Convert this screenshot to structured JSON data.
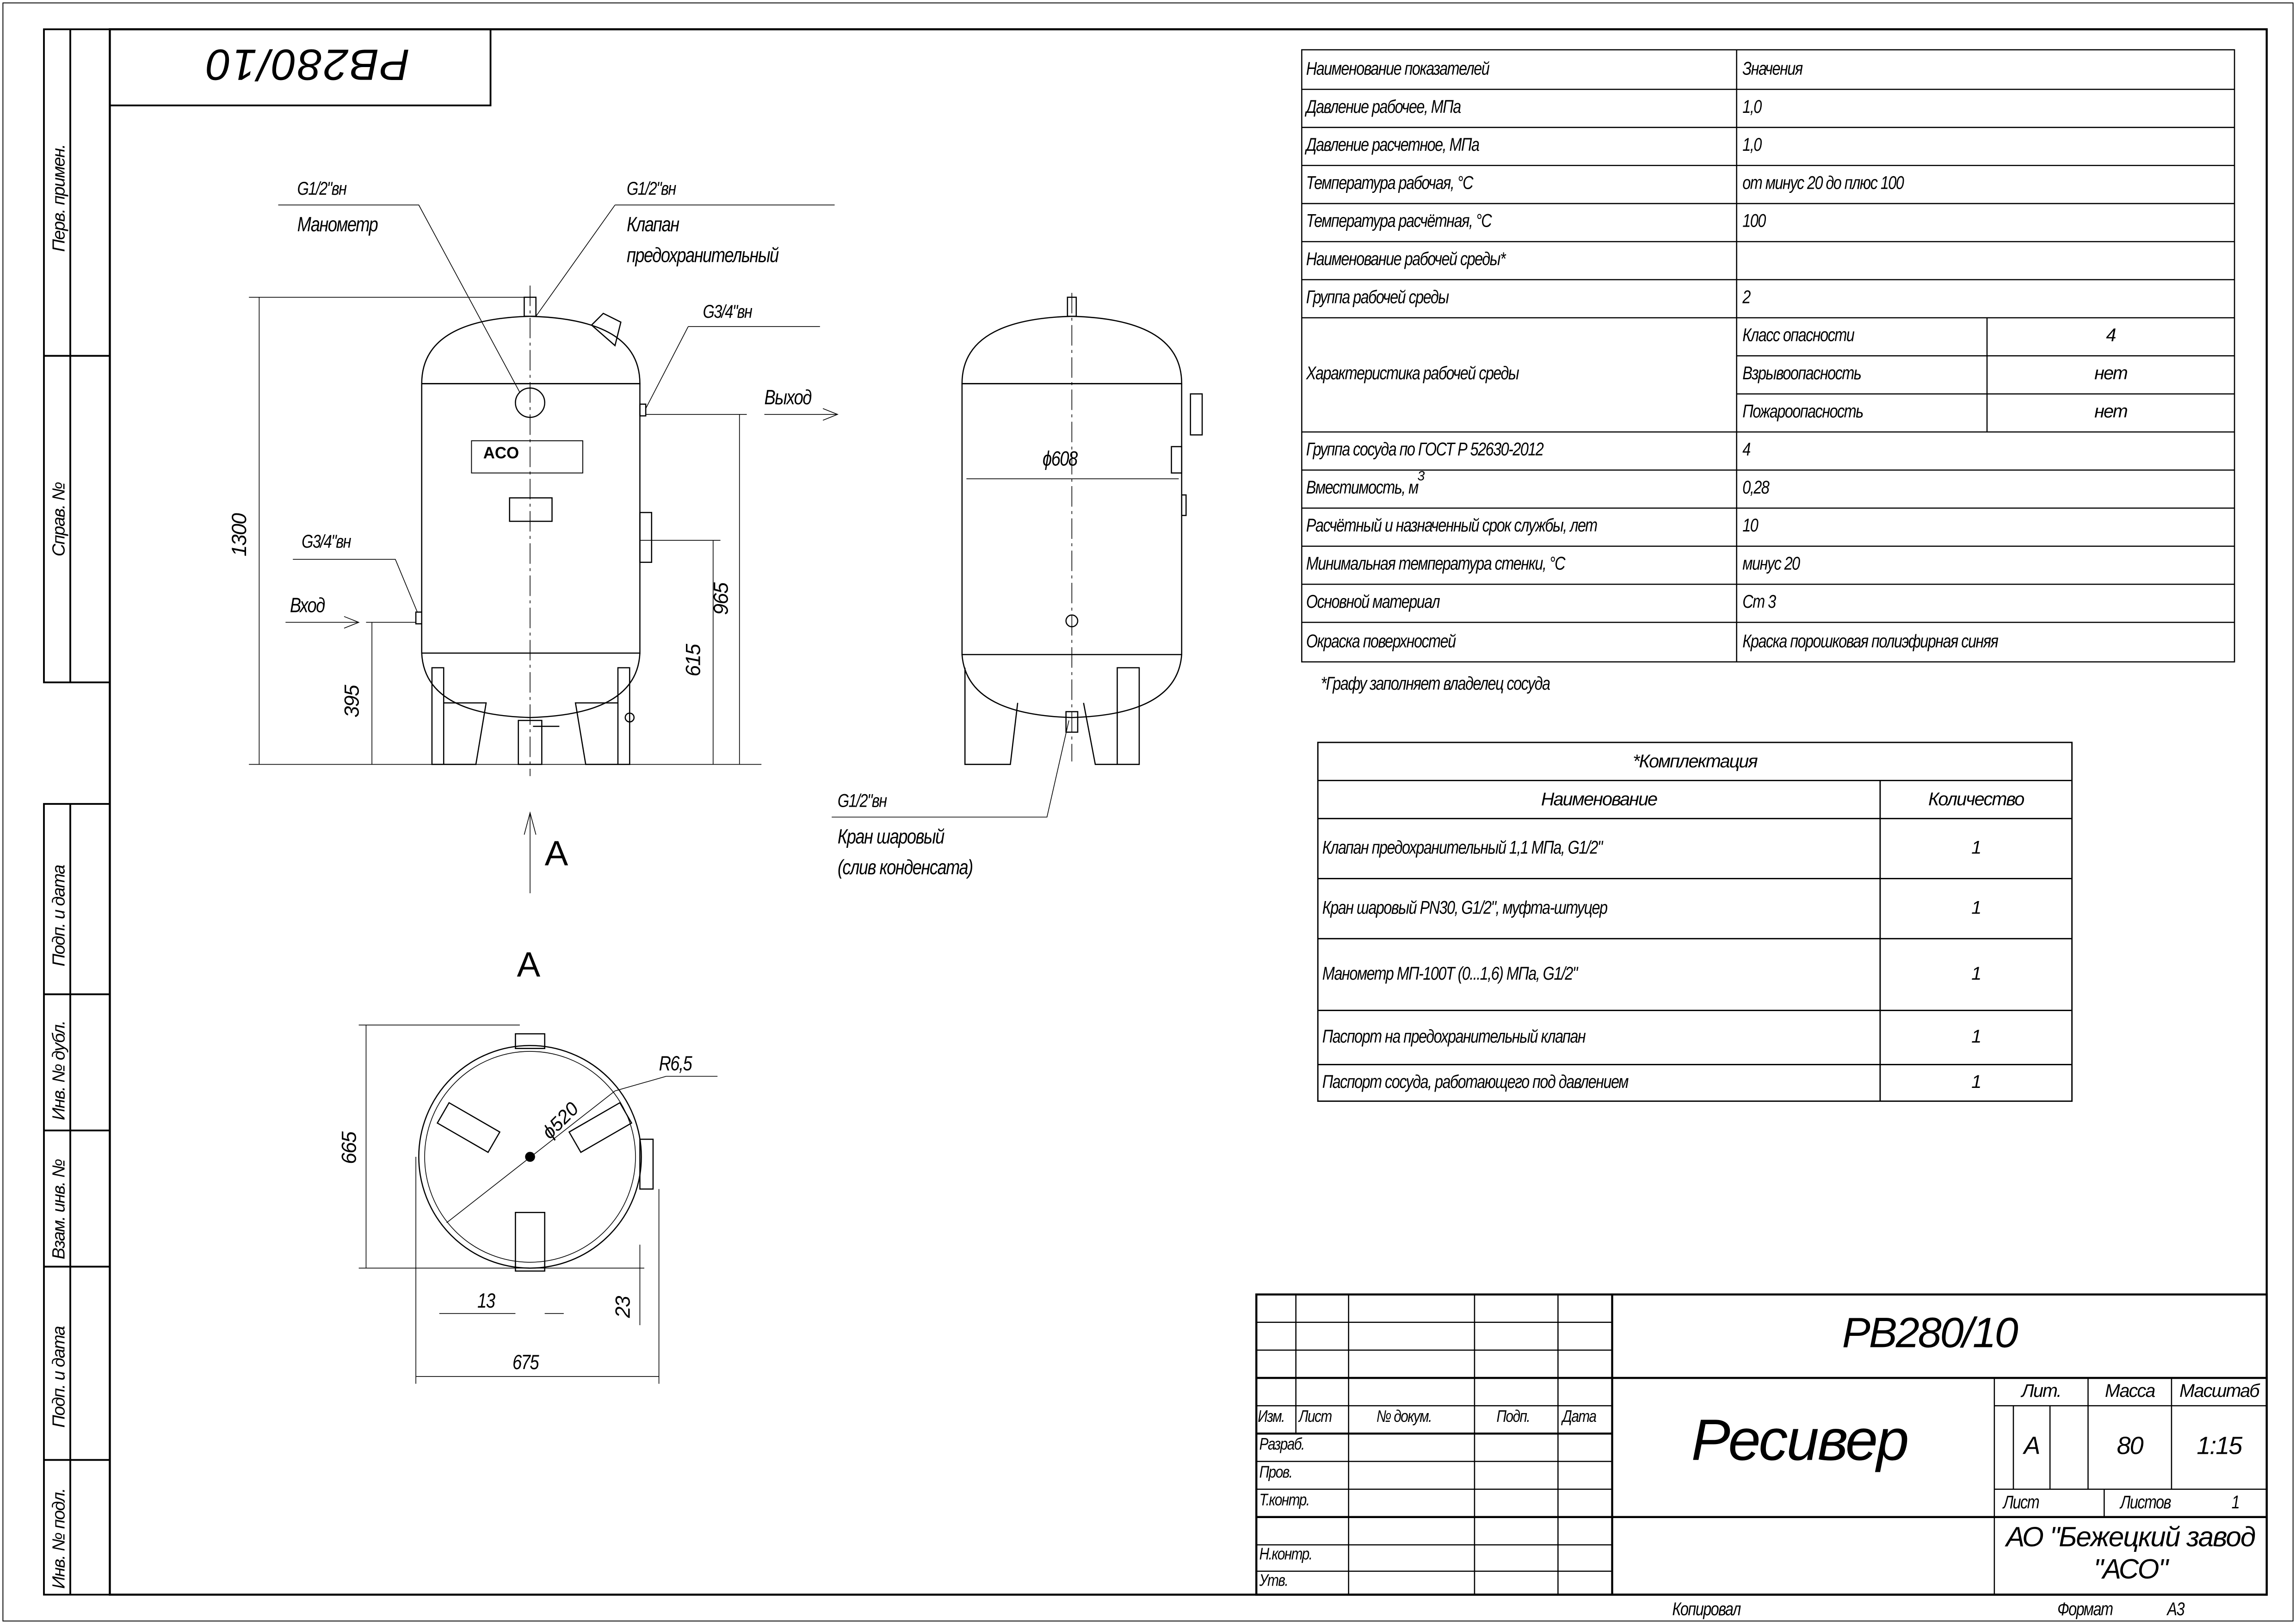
{
  "side_stamp": [
    "Перв. примен.",
    "Справ. №",
    "Подп. и дата",
    "Инв. № дубл.",
    "Взам. инв. №",
    "Подп. и дата",
    "Инв. № подл."
  ],
  "corner_code": "PB280/10",
  "drawing": {
    "labels": {
      "manometer_thread": "G1/2\"вн",
      "manometer": "Манометр",
      "valve_thread": "G1/2\"вн",
      "valve_line1": "Клапан",
      "valve_line2": "предохранительный",
      "outlet_thread": "G3/4\"вн",
      "outlet": "Выход",
      "inlet_thread": "G3/4\"вн",
      "inlet": "Вход",
      "drain_thread": "G1/2\"вн",
      "drain_line1": "Кран шаровый",
      "drain_line2": "(слив конденсата)",
      "view_arrow": "A",
      "view_title": "A",
      "logo": "ACO"
    },
    "dimensions": {
      "height": "1300",
      "inlet_height": "395",
      "manhole_height": "615",
      "outlet_height": "965",
      "diameter": "ϕ608",
      "plan_diameter": "ϕ520",
      "radius": "R6,5",
      "plan_depth": "665",
      "plan_width": "675",
      "foot_width": "13",
      "foot_offset": "23"
    }
  },
  "spec_table": {
    "header": [
      "Наименование показателей",
      "Значения"
    ],
    "rows": [
      [
        "Давление рабочее, МПа",
        "1,0"
      ],
      [
        "Давление расчетное, МПа",
        "1,0"
      ],
      [
        "Температура рабочая, °С",
        "от минус 20 до плюс 100"
      ],
      [
        "Температура расчётная, °С",
        "100"
      ],
      [
        "Наименование рабочей среды*",
        ""
      ],
      [
        "Группа рабочей среды",
        "2"
      ]
    ],
    "medium": {
      "label": "Характеристика рабочей среды",
      "sub": [
        [
          "Класс опасности",
          "4"
        ],
        [
          "Взрывоопасность",
          "нет"
        ],
        [
          "Пожароопасность",
          "нет"
        ]
      ]
    },
    "rows2": [
      [
        "Группа сосуда по ГОСТ Р 52630-2012",
        "4"
      ],
      [
        "Вместимость, м",
        "0,28"
      ],
      [
        "Расчётный и назначенный срок службы, лет",
        "10"
      ],
      [
        "Минимальная температура стенки, °С",
        "минус 20"
      ],
      [
        "Основной материал",
        "Ст 3"
      ],
      [
        "Окраска поверхностей",
        "Краска порошковая полиэфирная синяя"
      ]
    ],
    "superscript": "3",
    "footnote": "*Графу заполняет владелец сосуда"
  },
  "kit_table": {
    "title": "*Комплектация",
    "header": [
      "Наименование",
      "Количество"
    ],
    "rows": [
      [
        "Клапан предохранительный 1,1 МПа, G1/2\"",
        "1"
      ],
      [
        "Кран шаровый PN30, G1/2\", муфта-штуцер",
        "1"
      ],
      [
        "Манометр МП-100Т (0...1,6) МПа, G1/2\"",
        "1"
      ],
      [
        "Паспорт на предохранительный клапан",
        "1"
      ],
      [
        "Паспорт сосуда, работающего под давлением",
        "1"
      ]
    ]
  },
  "title_block": {
    "designation": "PB280/10",
    "name": "Ресивер",
    "columns": [
      "Изм.",
      "Лист",
      "№ докум.",
      "Подп.",
      "Дата"
    ],
    "roles": [
      "Разраб.",
      "Пров.",
      "Т.контр.",
      "Н.контр.",
      "Утв."
    ],
    "lit_label": "Лит.",
    "mass_label": "Масса",
    "scale_label": "Масштаб",
    "lit": "А",
    "mass": "80",
    "scale": "1:15",
    "sheet_label": "Лист",
    "sheets_label": "Листов",
    "sheets": "1",
    "company_line1": "АО \"Бежецкий завод",
    "company_line2": "\"АСО\"",
    "copied": "Копировал",
    "format_label": "Формат",
    "format": "А3"
  }
}
